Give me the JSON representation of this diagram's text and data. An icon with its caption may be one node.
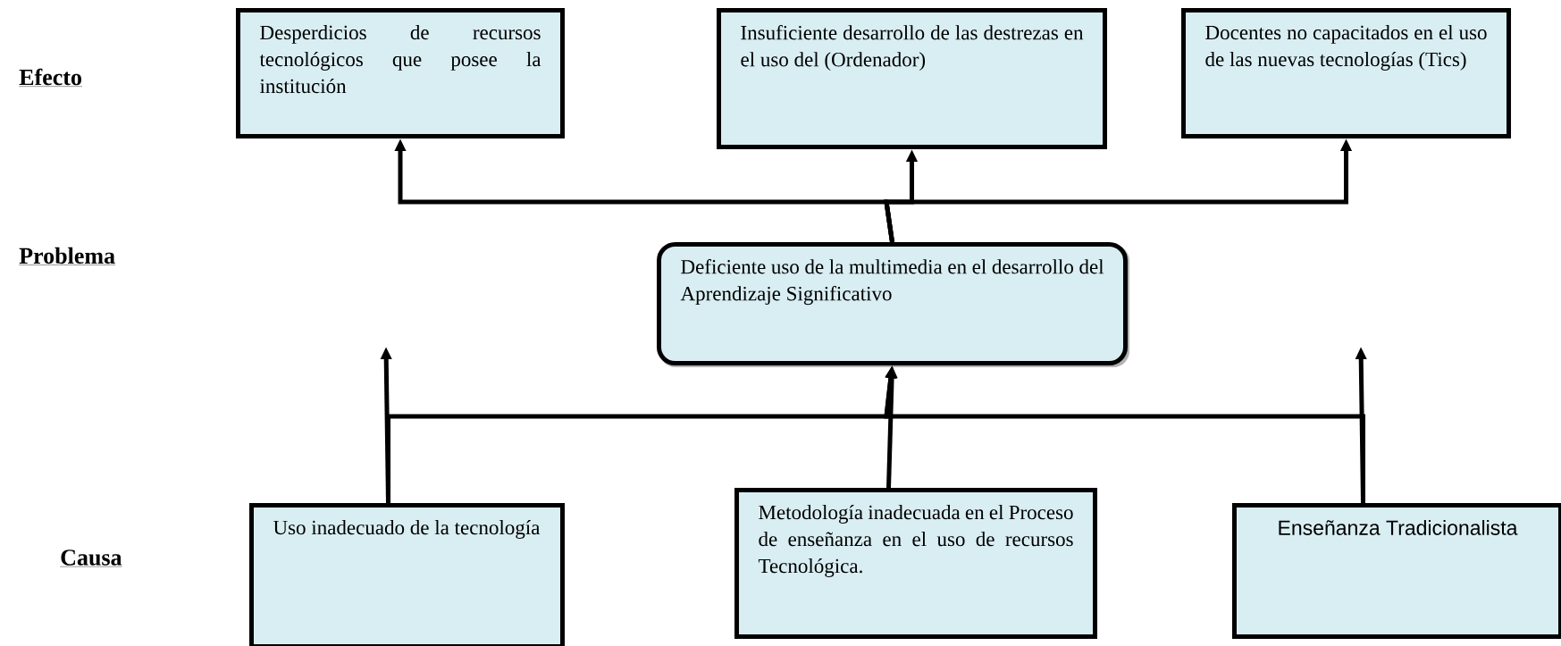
{
  "diagram": {
    "nodes": [
      {
        "text": [
          "Desperdicios de recursos tecnológicos que posee la institución"
        ]
      },
      {
        "text": [
          "Insuficiente desarrollo de las destrezas en el uso del (Ordenador)"
        ]
      },
      {
        "text": [
          "Docentes no capacitados en el uso de las nuevas tecnologías (Tics)"
        ]
      },
      {
        "text": [
          "Deficiente uso de la multimedia en el desarrollo del Aprendizaje Significativo"
        ]
      },
      {
        "text": [
          "Uso inadecuado de la tecnología"
        ]
      },
      {
        "text": [
          "Metodología inadecuada en el Proceso de enseñanza en el uso de recursos Tecnológica."
        ]
      },
      {
        "text": [
          "Enseñanza Tradicionalista"
        ]
      }
    ],
    "edges": [
      {
        "from": 3,
        "to": 0,
        "arrow": "to"
      },
      {
        "from": 3,
        "to": 1,
        "arrow": "to"
      },
      {
        "from": 3,
        "to": 2,
        "arrow": "to"
      },
      {
        "from": 4,
        "to": null,
        "arrow": "to"
      },
      {
        "from": 4,
        "to": 3,
        "arrow": "to"
      },
      {
        "from": 5,
        "to": 3,
        "arrow": "to"
      },
      {
        "from": 6,
        "to": 3,
        "arrow": "to"
      },
      {
        "from": 6,
        "to": null,
        "arrow": "to"
      }
    ],
    "labels": [
      "Efecto",
      "Problema",
      "Causa"
    ]
  }
}
